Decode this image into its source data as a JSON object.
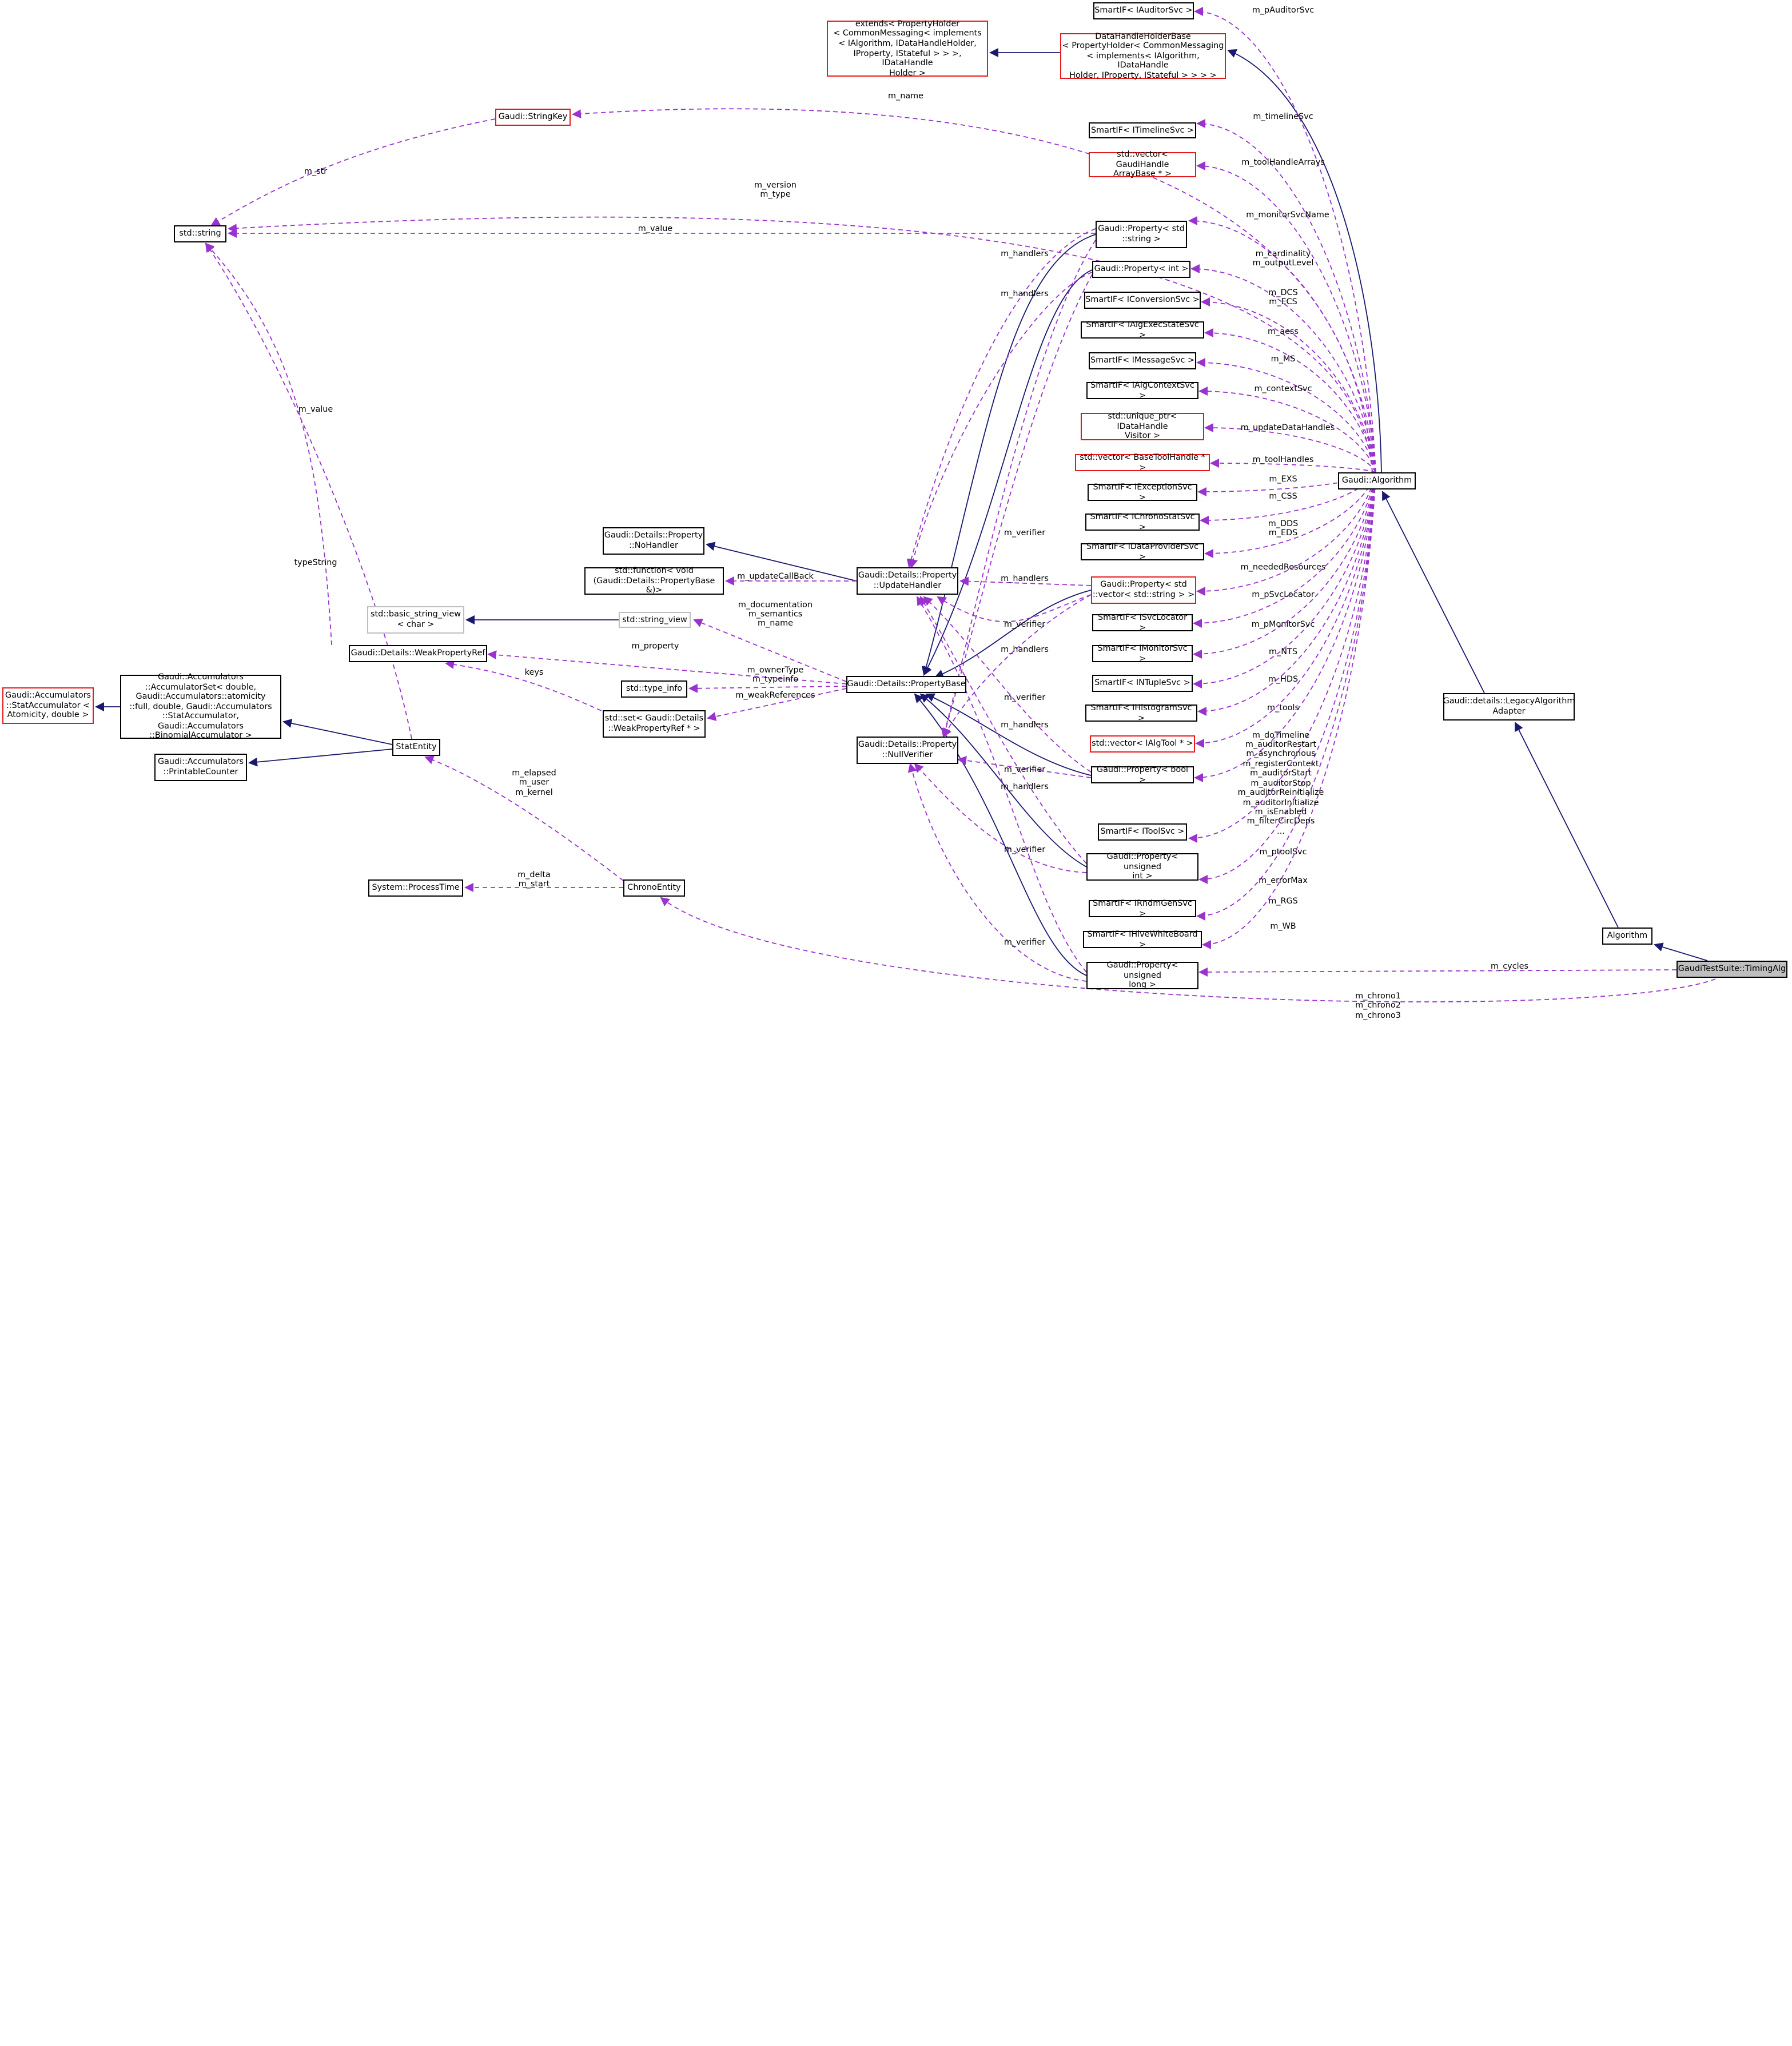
{
  "colors": {
    "inherit": "#191970",
    "use": "#9a32cd",
    "red_box": "#e41a1c",
    "gray_box": "#bfbfbf",
    "highlight": "#bfbfbf"
  },
  "nodes": {
    "auditor": "SmartIF< IAuditorSvc >",
    "extends": "extends< PropertyHolder\n< CommonMessaging< implements\n< IAlgorithm, IDataHandleHolder,\nIProperty, IStateful > > >, IDataHandle\nHolder >",
    "dhhb": "DataHandleHolderBase\n< PropertyHolder< CommonMessaging\n< implements< IAlgorithm, IDataHandle\nHolder, IProperty, IStateful > > > >",
    "stringkey": "Gaudi::StringKey",
    "timeline": "SmartIF< ITimelineSvc >",
    "toolarrays": "std::vector< GaudiHandle\nArrayBase * >",
    "stdstring": "std::string",
    "propstring": "Gaudi::Property< std\n::string >",
    "propint": "Gaudi::Property< int >",
    "conversion": "SmartIF< IConversionSvc >",
    "execstate": "SmartIF< IAlgExecStateSvc >",
    "message": "SmartIF< IMessageSvc >",
    "algcontext": "SmartIF< IAlgContextSvc >",
    "uniqueptr": "std::unique_ptr< IDataHandle\nVisitor >",
    "basetool": "std::vector< BaseToolHandle * >",
    "algorithm": "Gaudi::Algorithm",
    "exception": "SmartIF< IExceptionSvc >",
    "chronostat": "SmartIF< IChronoStatSvc >",
    "nohandler": "Gaudi::Details::Property\n::NoHandler",
    "function": "std::function< void\n(Gaudi::Details::PropertyBase &)>",
    "updatehandler": "Gaudi::Details::Property\n::UpdateHandler",
    "dataprovider": "SmartIF< IDataProviderSvc >",
    "propvecstr": "Gaudi::Property< std\n::vector< std::string > >",
    "basicsv": "std::basic_string_view\n< char >",
    "stringview": "std::string_view",
    "svclocator": "SmartIF< ISvcLocator >",
    "weakprop": "Gaudi::Details::WeakPropertyRef",
    "monitor": "SmartIF< IMonitorSvc >",
    "accsa": "Gaudi::Accumulators\n::StatAccumulator <\nAtomicity, double >",
    "accset": "Gaudi::Accumulators\n::AccumulatorSet< double,\n Gaudi::Accumulators::atomicity\n::full, double, Gaudi::Accumulators\n::StatAccumulator, Gaudi::Accumulators\n::BinomialAccumulator >",
    "typeinfo": "std::type_info",
    "propbase": "Gaudi::Details::PropertyBase",
    "ntuple": "SmartIF< INTupleSvc >",
    "stdset": "std::set< Gaudi::Details\n::WeakPropertyRef * >",
    "histogram": "SmartIF< IHistogramSvc >",
    "legacy": "Gaudi::details::LegacyAlgorithm\nAdapter",
    "printable": "Gaudi::Accumulators\n::PrintableCounter",
    "algtool": "std::vector< IAlgTool * >",
    "nullverifier": "Gaudi::Details::Property\n::NullVerifier",
    "statentity": "StatEntity",
    "propbool": "Gaudi::Property< bool >",
    "toolsvc": "SmartIF< IToolSvc >",
    "propuint": "Gaudi::Property< unsigned\n int >",
    "processtime": "System::ProcessTime",
    "chronoentity": "ChronoEntity",
    "rndm": "SmartIF< IRndmGenSvc >",
    "hive": "SmartIF< IHiveWhiteBoard >",
    "algo": "Algorithm",
    "propulong": "Gaudi::Property< unsigned\n long >",
    "timingalg": "GaudiTestSuite::TimingAlg"
  },
  "edge_labels": {
    "pAuditorSvc": "m_pAuditorSvc",
    "name": "m_name",
    "timelineSvc": "m_timelineSvc",
    "toolHandleArrays": "m_toolHandleArrays",
    "version": "m_version",
    "type": "m_type",
    "str": "m_str",
    "value": "m_value",
    "monitorSvcName": "m_monitorSvcName",
    "cardinality": "m_cardinality",
    "outputLevel": "m_outputLevel",
    "handlers": "m_handlers",
    "dcs": "m_DCS",
    "ecs": "m_ECS",
    "aess": "m_aess",
    "ms": "m_MS",
    "contextSvc": "m_contextSvc",
    "updateDataHandles": "m_updateDataHandles",
    "strvalue": "m_value",
    "toolHandles": "m_toolHandles",
    "exs": "m_EXS",
    "css": "m_CSS",
    "dds": "m_DDS",
    "eds": "m_EDS",
    "verifier": "m_verifier",
    "updateCallBack": "m_updateCallBack",
    "neededResources": "m_neededResources",
    "typeString": "typeString",
    "documentation": "m_documentation",
    "semantics": "m_semantics",
    "mname": "m_name",
    "pSvcLocator": "m_pSvcLocator",
    "property": "m_property",
    "pMonitorSvc": "m_pMonitorSvc",
    "keys": "keys",
    "ownerType": "m_ownerType",
    "typeinfo": "m_typeinfo",
    "nts": "m_NTS",
    "weakReferences": "m_weakReferences",
    "hds": "m_HDS",
    "tools": "m_tools",
    "doTimeline": "m_doTimeline",
    "auditorRestart": "m_auditorRestart",
    "asynchronous": "m_asynchronous",
    "registerContext": "m_registerContext",
    "auditorStart": "m_auditorStart",
    "auditorStop": "m_auditorStop",
    "auditorReinitialize": "m_auditorReinitialize",
    "auditorInitialize": "m_auditorInitialize",
    "isEnabled": "m_isEnabled",
    "filterCircDeps": "m_filterCircDeps",
    "ellipsis": "...",
    "elapsed": "m_elapsed",
    "user": "m_user",
    "kernel": "m_kernel",
    "ptoolSvc": "m_ptoolSvc",
    "errorMax": "m_errorMax",
    "delta": "m_delta",
    "start": "m_start",
    "rgs": "m_RGS",
    "wb": "m_WB",
    "cycles": "m_cycles",
    "chrono1": "m_chrono1",
    "chrono2": "m_chrono2",
    "chrono3": "m_chrono3"
  }
}
